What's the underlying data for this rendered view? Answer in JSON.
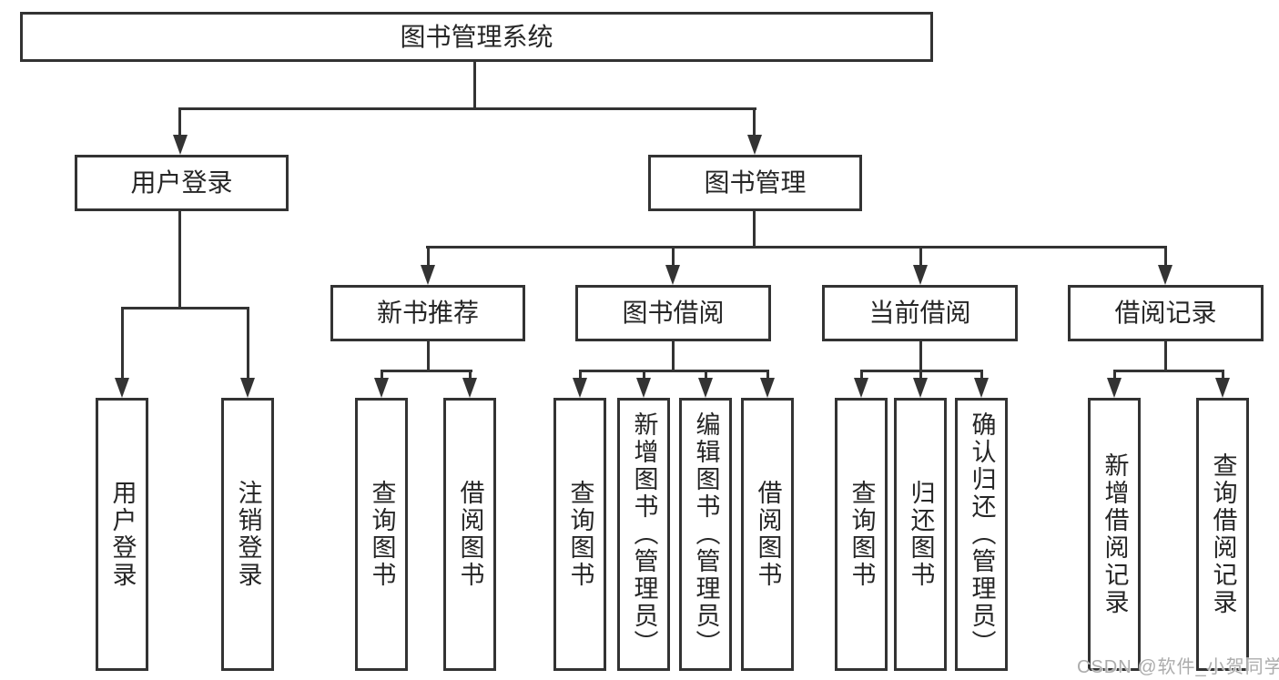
{
  "title": "图书管理系统",
  "level2": {
    "user_login": "用户登录",
    "book_mgmt": "图书管理"
  },
  "level3": {
    "new_books": "新书推荐",
    "borrow": "图书借阅",
    "current": "当前借阅",
    "records": "借阅记录"
  },
  "leaves": {
    "user_login": [
      "用户登录",
      "注销登录"
    ],
    "new_books": [
      "查询图书",
      "借阅图书"
    ],
    "borrow": [
      "查询图书",
      "新增图书（管理员）",
      "编辑图书（管理员）",
      "借阅图书"
    ],
    "current": [
      "查询图书",
      "归还图书",
      "确认归还（管理员）"
    ],
    "records": [
      "新增借阅记录",
      "查询借阅记录"
    ]
  },
  "watermark": "CSDN @软件_小贺同学",
  "colors": {
    "line": "#333333",
    "text": "#262626",
    "watermark": "#acacac",
    "background": "#ffffff"
  }
}
